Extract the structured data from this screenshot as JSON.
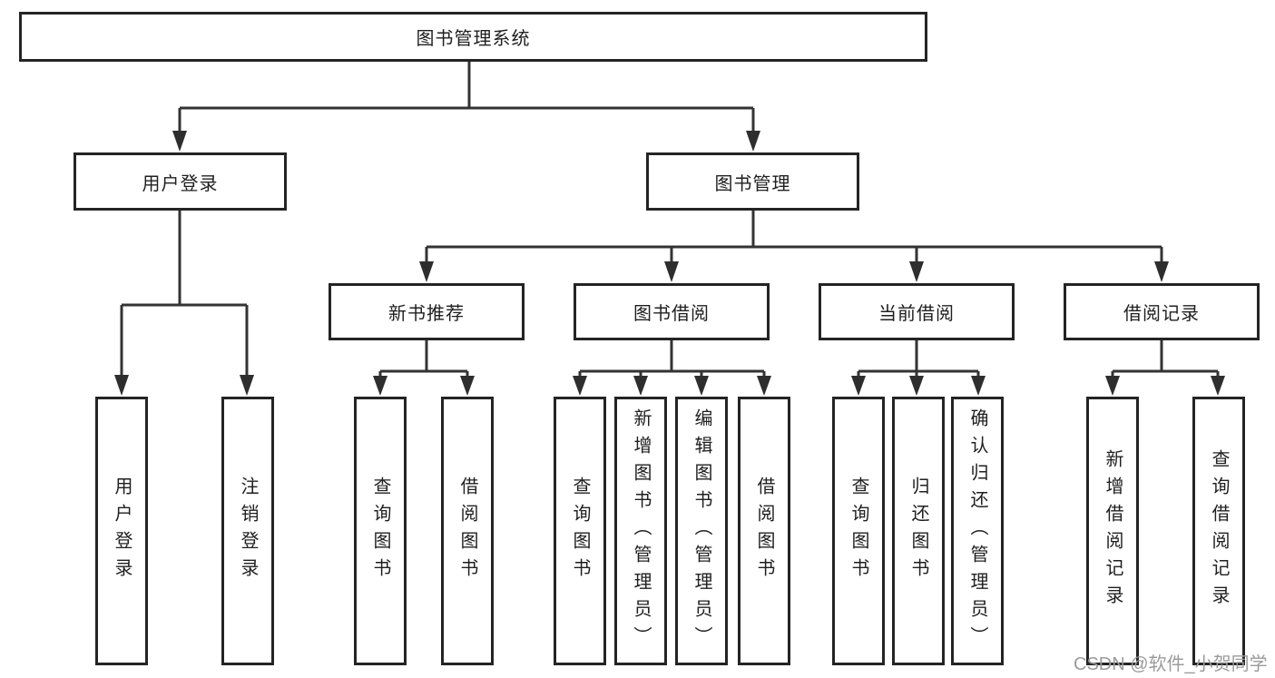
{
  "diagram": {
    "type": "function-structure-tree",
    "background_color": "#ffffff",
    "line_color": "#333333",
    "border_color": "#242424",
    "text_color": "#1f1f1f",
    "watermark_color": "#9b9b9b",
    "root": {
      "label": "图书管理系统"
    },
    "level2": [
      {
        "label": "用户登录"
      },
      {
        "label": "图书管理"
      }
    ],
    "level3": [
      {
        "label": "新书推荐",
        "parent": "图书管理"
      },
      {
        "label": "图书借阅",
        "parent": "图书管理"
      },
      {
        "label": "当前借阅",
        "parent": "图书管理"
      },
      {
        "label": "借阅记录",
        "parent": "图书管理"
      }
    ],
    "leaves": [
      {
        "label": "用户登录",
        "parent": "用户登录"
      },
      {
        "label": "注销登录",
        "parent": "用户登录"
      },
      {
        "label": "查询图书",
        "parent": "新书推荐"
      },
      {
        "label": "借阅图书",
        "parent": "新书推荐"
      },
      {
        "label": "查询图书",
        "parent": "图书借阅"
      },
      {
        "label": "新增图书（管理员）",
        "parent": "图书借阅"
      },
      {
        "label": "编辑图书（管理员）",
        "parent": "图书借阅"
      },
      {
        "label": "借阅图书",
        "parent": "图书借阅"
      },
      {
        "label": "查询图书",
        "parent": "当前借阅"
      },
      {
        "label": "归还图书",
        "parent": "当前借阅"
      },
      {
        "label": "确认归还（管理员）",
        "parent": "当前借阅"
      },
      {
        "label": "新增借阅记录",
        "parent": "借阅记录"
      },
      {
        "label": "查询借阅记录",
        "parent": "借阅记录"
      }
    ],
    "watermark": "CSDN @软件_小贺同学"
  }
}
